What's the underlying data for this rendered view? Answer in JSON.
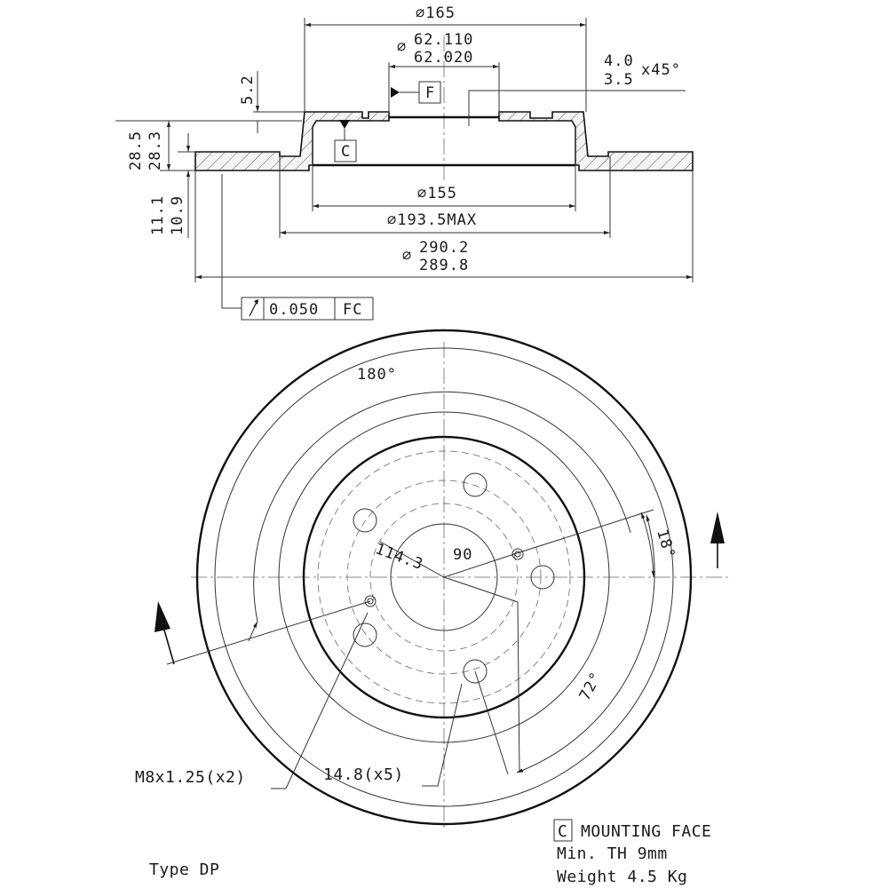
{
  "side_view": {
    "dia_165": "∅165",
    "dia_62_upper": "62.110",
    "dia_62_lower": "62.020",
    "dia_prefix": "∅",
    "chamfer_upper": "4.0",
    "chamfer_lower": "3.5",
    "chamfer_angle": "x45°",
    "dim_5_2": "5.2",
    "datum_f": "F",
    "datum_c": "C",
    "height_upper": "28.5",
    "height_lower": "28.3",
    "thk_upper": "11.1",
    "thk_lower": "10.9",
    "dia_155": "∅155",
    "dia_193": "∅193.5MAX",
    "dia_290_upper": "290.2",
    "dia_290_lower": "289.8",
    "tolerance_value": "0.050",
    "tolerance_datums": "FC"
  },
  "front_view": {
    "angle_180": "180°",
    "bolt_circle": "114.3",
    "inner_circle": "90",
    "angle_18": "18°",
    "angle_72": "72°",
    "thread_note": "M8x1.25(x2)",
    "hole_note": "14.8(x5)"
  },
  "notes": {
    "datum_c_box": "C",
    "mounting_face": "MOUNTING FACE",
    "min_th": "Min. TH 9mm",
    "weight": "Weight 4.5 Kg",
    "type": "Type DP"
  }
}
